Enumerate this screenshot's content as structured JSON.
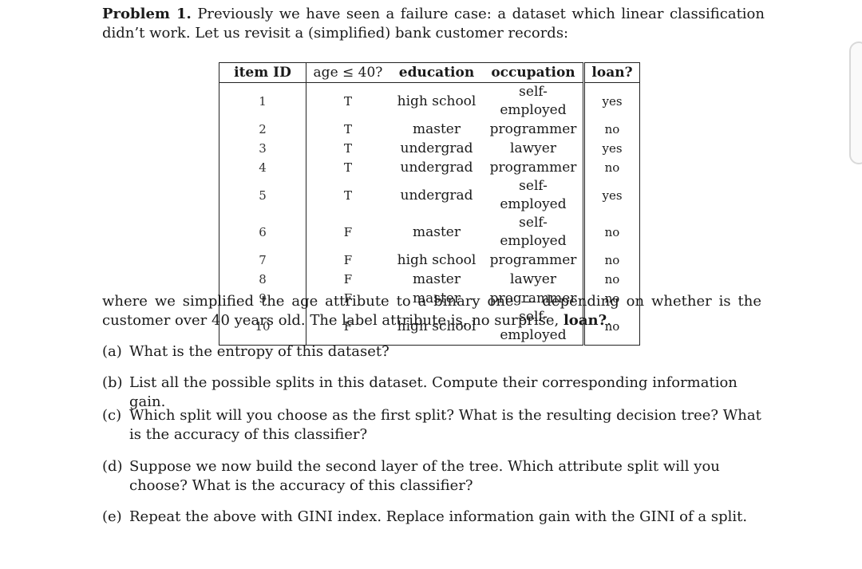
{
  "problem": {
    "label": "Problem 1.",
    "intro_text": "Previously we have seen a failure case: a dataset which linear classification didn’t work. Let us revisit a (simplified) bank customer records:"
  },
  "table": {
    "headers": [
      "item ID",
      "age ≤ 40?",
      "education",
      "occupation",
      "loan?"
    ],
    "rows": [
      [
        "1",
        "T",
        "high school",
        "self-employed",
        "yes"
      ],
      [
        "2",
        "T",
        "master",
        "programmer",
        "no"
      ],
      [
        "3",
        "T",
        "undergrad",
        "lawyer",
        "yes"
      ],
      [
        "4",
        "T",
        "undergrad",
        "programmer",
        "no"
      ],
      [
        "5",
        "T",
        "undergrad",
        "self-employed",
        "yes"
      ],
      [
        "6",
        "F",
        "master",
        "self-employed",
        "no"
      ],
      [
        "7",
        "F",
        "high school",
        "programmer",
        "no"
      ],
      [
        "8",
        "F",
        "master",
        "lawyer",
        "no"
      ],
      [
        "9",
        "F",
        "master",
        "programmer",
        "no"
      ],
      [
        "10",
        "F",
        "high school",
        "self-employed",
        "no"
      ]
    ]
  },
  "explanation": {
    "text_before": "where we simplified the age attribute to a binary one — depending on whether is the customer over 40 years old. The label attribute is, no surprise,",
    "label_bold": "loan?",
    "text_after": "."
  },
  "questions": [
    {
      "label": "(a)",
      "text": "What is the entropy of this dataset?"
    },
    {
      "label": "(b)",
      "text": "List all the possible splits in this dataset. Compute their corresponding information gain."
    },
    {
      "label": "(c)",
      "text": "Which split will you choose as the first split? What is the resulting decision tree? What is the accuracy of this classifier?"
    },
    {
      "label": "(d)",
      "text": "Suppose we now build the second layer of the tree. Which attribute split will you choose? What is the accuracy of this classifier?"
    },
    {
      "label": "(e)",
      "text": "Repeat the above with GINI index. Replace information gain with the GINI of a split."
    }
  ]
}
